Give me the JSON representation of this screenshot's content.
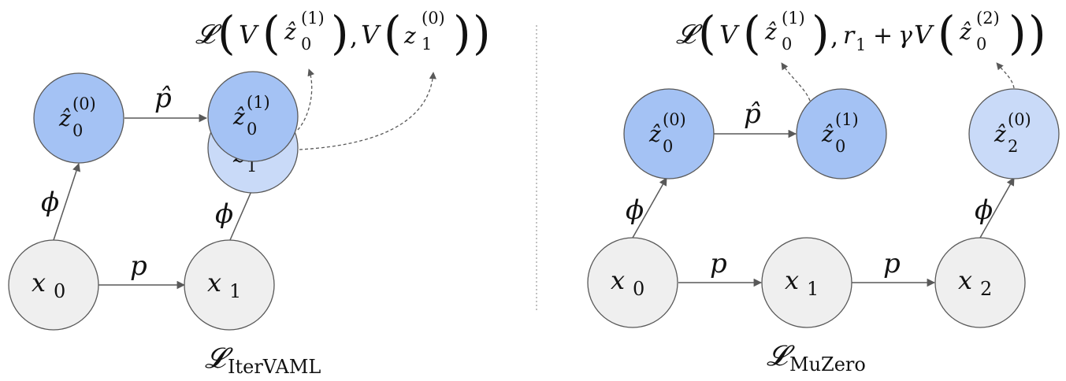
{
  "colors": {
    "latent_dark": "#a4c2f4",
    "latent_light": "#c9daf8",
    "observation": "#efefef",
    "stroke": "#595959",
    "arrow": "#595959"
  },
  "left": {
    "loss_label": "𝓛",
    "loss_subscript": "IterVAML",
    "top_expr": {
      "L": "𝓛",
      "V1": "V",
      "z1_base": "ẑ",
      "z1_sub": "0",
      "z1_sup": "(1)",
      "comma": ",",
      "V2": "V",
      "z2_base": "z",
      "z2_sub": "1",
      "z2_sup": "(0)"
    },
    "nodes": {
      "z00": {
        "base": "ẑ",
        "sup": "(0)",
        "sub": "0"
      },
      "z01": {
        "base": "ẑ",
        "sup": "(1)",
        "sub": "0"
      },
      "z10": {
        "base": "z",
        "sup": "",
        "sub": "1"
      },
      "x0": {
        "base": "x",
        "sub": "0"
      },
      "x1": {
        "base": "x",
        "sub": "1"
      }
    },
    "edge_labels": {
      "p_hat": "p̂",
      "p": "p",
      "phi_a": "ϕ",
      "phi_b": "ϕ"
    }
  },
  "right": {
    "loss_label": "𝓛",
    "loss_subscript": "MuZero",
    "top_expr": {
      "L": "𝓛",
      "V1": "V",
      "z1_base": "ẑ",
      "z1_sub": "0",
      "z1_sup": "(1)",
      "comma": ",",
      "r": "r",
      "r_sub": "1",
      "plus": "+",
      "gamma": "γ",
      "V2": "V",
      "z2_base": "ẑ",
      "z2_sub": "0",
      "z2_sup": "(2)"
    },
    "nodes": {
      "z00": {
        "base": "ẑ",
        "sup": "(0)",
        "sub": "0"
      },
      "z01": {
        "base": "ẑ",
        "sup": "(1)",
        "sub": "0"
      },
      "z20": {
        "base": "ẑ",
        "sup": "(0)",
        "sub": "2"
      },
      "x0": {
        "base": "x",
        "sub": "0"
      },
      "x1": {
        "base": "x",
        "sub": "1"
      },
      "x2": {
        "base": "x",
        "sub": "2"
      }
    },
    "edge_labels": {
      "p_hat": "p̂",
      "p_a": "p",
      "p_b": "p",
      "phi_a": "ϕ",
      "phi_b": "ϕ"
    }
  }
}
